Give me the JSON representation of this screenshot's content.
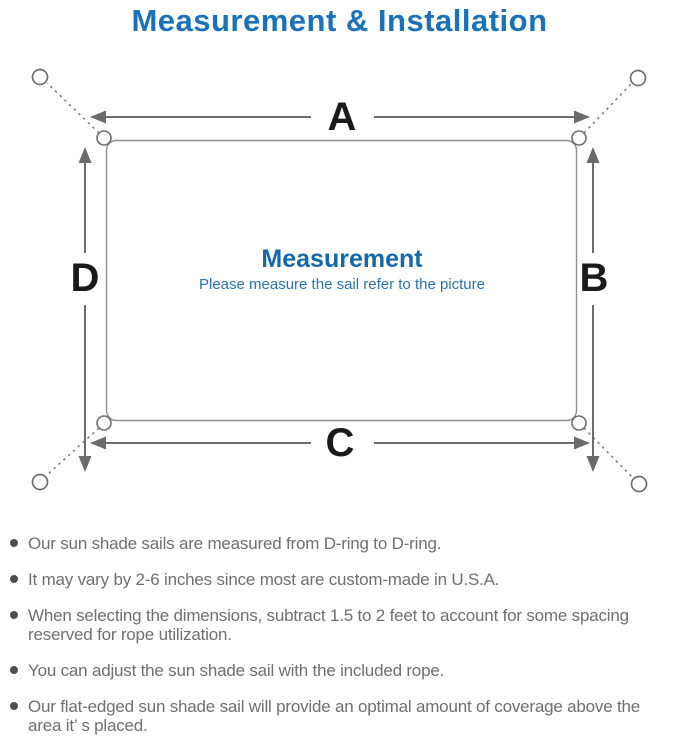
{
  "title": "Measurement & Installation",
  "diagram": {
    "labels": {
      "top": "A",
      "right": "B",
      "bottom": "C",
      "left": "D"
    },
    "center": {
      "heading": "Measurement",
      "subtitle": "Please measure the sail refer to the picture"
    }
  },
  "colors": {
    "accent_blue": "#1a72bb",
    "label_black": "#1a1a1a",
    "line_gray": "#6b6b6b",
    "outline_gray": "#8f8f8f",
    "body_text_gray": "#6f6f6f"
  },
  "bullets": [
    "Our sun shade sails are measured from D-ring to D-ring.",
    "It may vary by 2-6 inches since most are custom-made in U.S.A.",
    "When selecting the dimensions, subtract 1.5 to 2 feet to account for some spacing reserved for rope utilization.",
    "You can adjust the sun shade sail with the included rope.",
    "Our flat-edged sun shade sail will provide an optimal amount of coverage above the area it’ s placed."
  ]
}
